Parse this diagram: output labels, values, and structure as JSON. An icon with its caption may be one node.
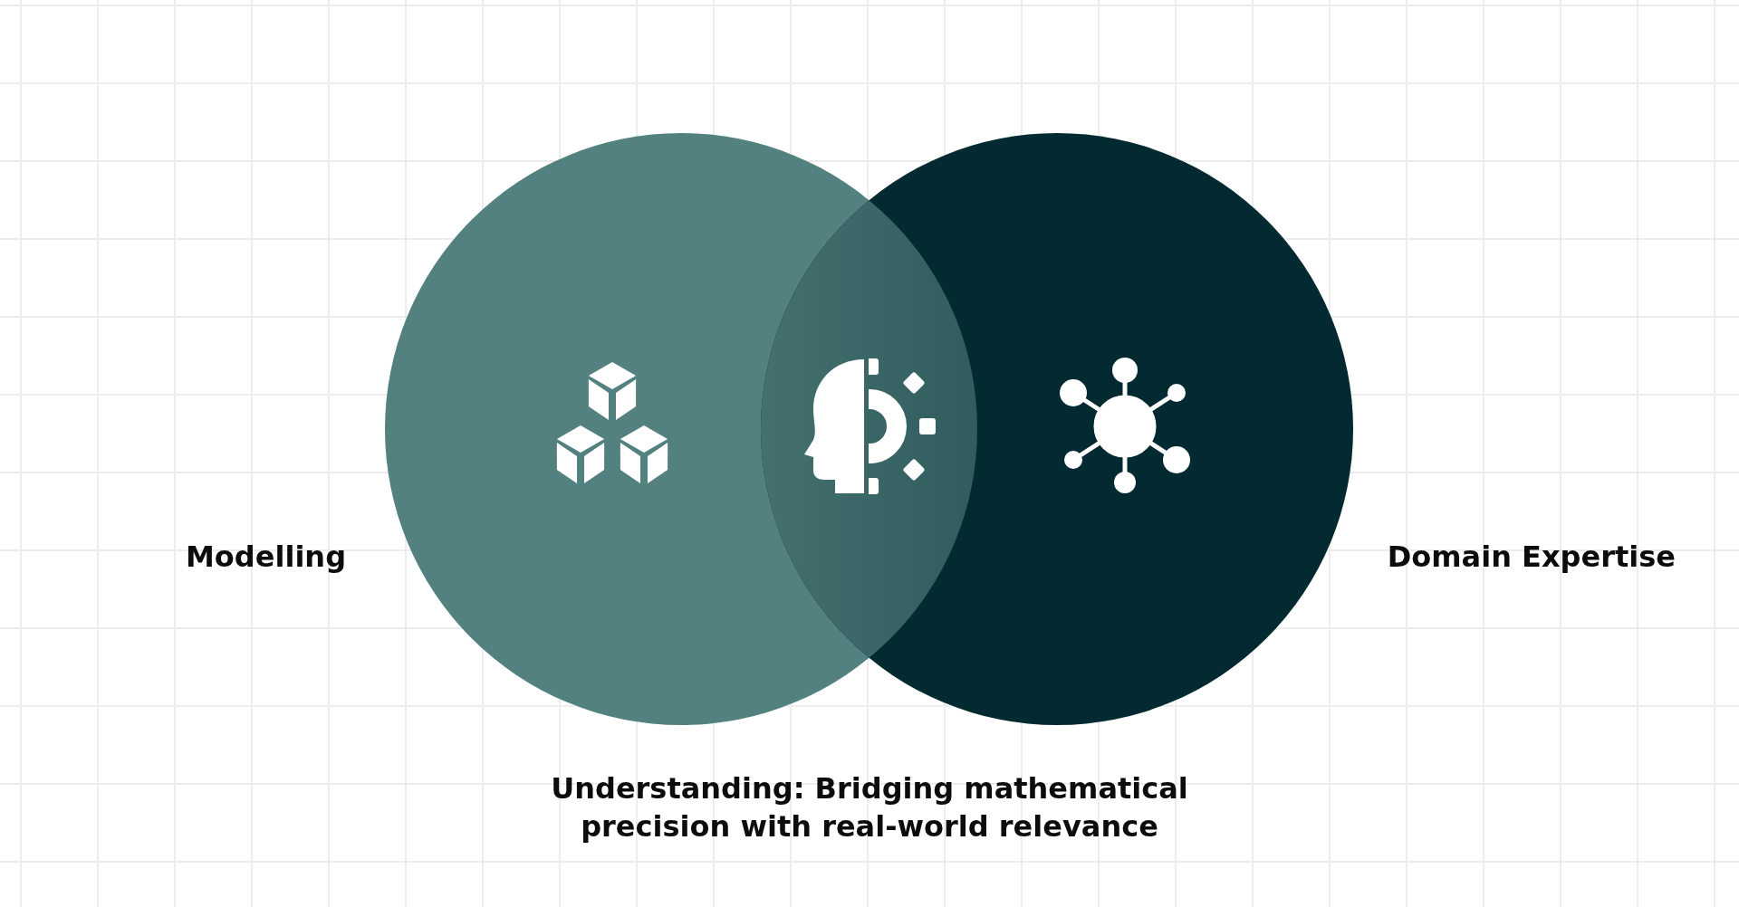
{
  "diagram": {
    "caption": "Understanding: Bridging mathematical precision with real-world relevance",
    "nodes": [
      {
        "text": [
          "Modelling"
        ]
      },
      {
        "text": [
          "Domain Expertise"
        ]
      }
    ]
  }
}
